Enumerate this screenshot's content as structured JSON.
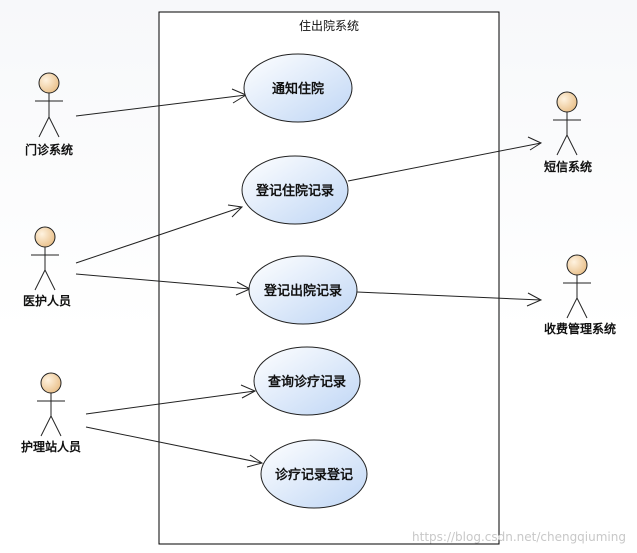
{
  "system": {
    "title": "住出院系统"
  },
  "actors": {
    "outpatient": "门诊系统",
    "medical_staff": "医护人员",
    "nurse_station": "护理站人员",
    "sms": "短信系统",
    "billing": "收费管理系统"
  },
  "use_cases": {
    "notify": "通知住院",
    "register_admission": "登记住院记录",
    "register_discharge": "登记出院记录",
    "query_treatment": "查询诊疗记录",
    "record_treatment": "诊疗记录登记"
  },
  "watermark": "https://blog.csdn.net/chengqiuming",
  "colors": {
    "actor_head": "#f2d3a8",
    "usecase_fill_top": "#ffffff",
    "usecase_fill_bottom": "#c7dcf7",
    "line": "#222222"
  }
}
